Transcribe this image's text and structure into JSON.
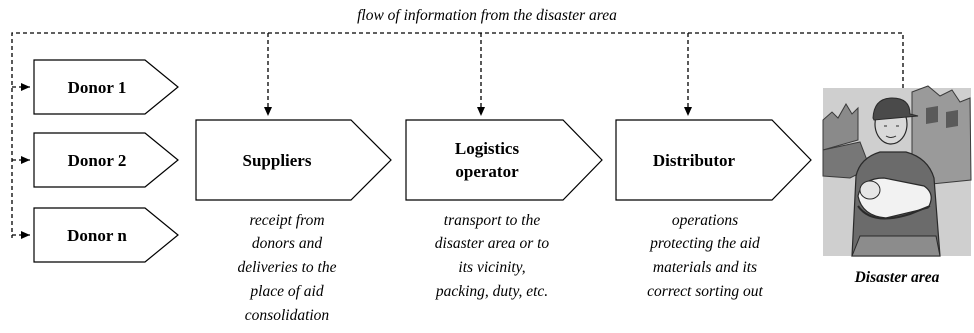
{
  "flow_label": "flow of information from the disaster area",
  "donors": [
    "Donor 1",
    "Donor 2",
    "Donor n"
  ],
  "stages": [
    {
      "title_lines": [
        "Suppliers"
      ],
      "description_lines": [
        "receipt from",
        "donors  and",
        "deliveries to the",
        "place of aid",
        "consolidation"
      ]
    },
    {
      "title_lines": [
        "Logistics",
        "operator"
      ],
      "description_lines": [
        "transport to the",
        "disaster area or to",
        "its vicinity,",
        "packing, duty, etc."
      ]
    },
    {
      "title_lines": [
        "Distributor"
      ],
      "description_lines": [
        "operations",
        "protecting the aid",
        "materials and its",
        "correct sorting out"
      ]
    }
  ],
  "disaster_area_label": "Disaster area",
  "icons": [
    "disaster-area-illustration"
  ]
}
